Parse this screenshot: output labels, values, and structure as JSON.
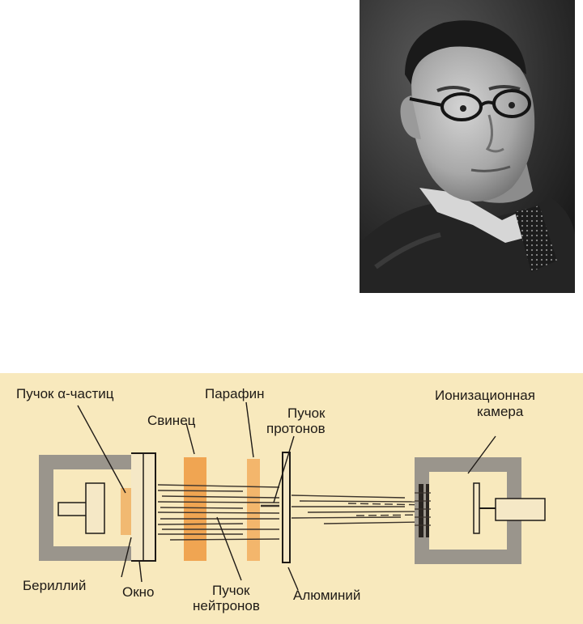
{
  "labels": {
    "alpha_beam": "Пучок α-частиц",
    "lead": "Свинец",
    "paraffin": "Парафин",
    "proton_beam_1": "Пучок",
    "proton_beam_2": "протонов",
    "ionization_chamber_1": "Ионизационная",
    "ionization_chamber_2": "камера",
    "beryllium": "Бериллий",
    "window": "Окно",
    "neutron_beam_1": "Пучок",
    "neutron_beam_2": "нейтронов",
    "aluminium": "Алюминий"
  },
  "colors": {
    "background": "#f8e9bd",
    "housing": "#9a958c",
    "lead": "#f0a552",
    "paraffin": "#f3b66c",
    "ink": "#1e1a16"
  }
}
